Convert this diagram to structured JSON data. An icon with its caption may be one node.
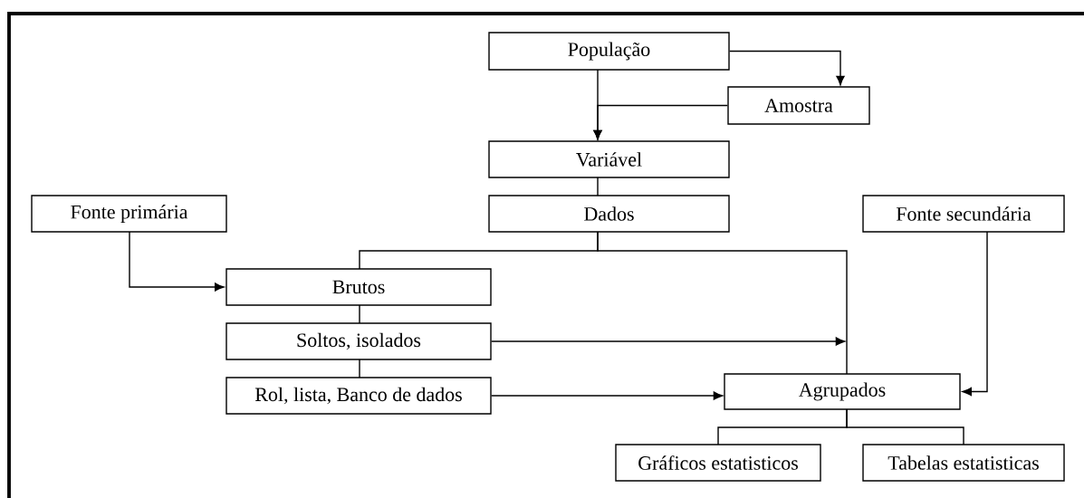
{
  "diagram": {
    "nodes": [
      {
        "text": [
          "População"
        ]
      },
      {
        "text": [
          "Amostra"
        ]
      },
      {
        "text": [
          "Variável"
        ]
      },
      {
        "text": [
          "Fonte primária"
        ]
      },
      {
        "text": [
          "Dados"
        ]
      },
      {
        "text": [
          "Fonte secundária"
        ]
      },
      {
        "text": [
          "Brutos"
        ]
      },
      {
        "text": [
          "Soltos, isolados"
        ]
      },
      {
        "text": [
          "Rol, lista, Banco de dados"
        ]
      },
      {
        "text": [
          "Agrupados"
        ]
      },
      {
        "text": [
          "Gráficos estatisticos"
        ]
      },
      {
        "text": [
          "Tabelas estatisticas"
        ]
      }
    ],
    "edges": [
      {
        "from": 0,
        "to": 1,
        "arrow": "to"
      },
      {
        "from": 0,
        "to": 2,
        "arrow": "to"
      },
      {
        "from": 1,
        "to": 2,
        "arrow": "to"
      },
      {
        "from": 2,
        "to": 4,
        "arrow": "none"
      },
      {
        "from": 4,
        "to": 6,
        "arrow": "none"
      },
      {
        "from": 4,
        "to": 9,
        "arrow": "none"
      },
      {
        "from": 3,
        "to": 6,
        "arrow": "to"
      },
      {
        "from": 6,
        "to": 7,
        "arrow": "none"
      },
      {
        "from": 7,
        "to": 8,
        "arrow": "none"
      },
      {
        "from": 7,
        "to": 9,
        "arrow": "to"
      },
      {
        "from": 8,
        "to": 9,
        "arrow": "to"
      },
      {
        "from": 5,
        "to": 9,
        "arrow": "to"
      },
      {
        "from": 9,
        "to": 10,
        "arrow": "none"
      },
      {
        "from": 9,
        "to": 11,
        "arrow": "none"
      }
    ]
  }
}
